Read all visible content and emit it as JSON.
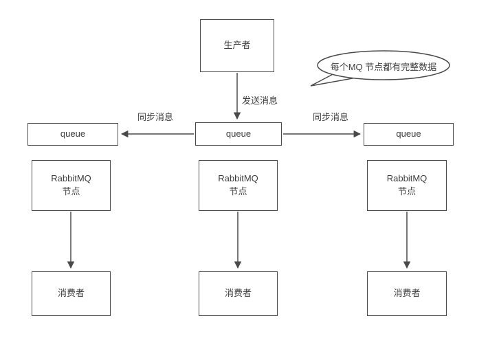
{
  "diagram": {
    "producer_label": "生产者",
    "callout_text": "每个MQ 节点都有完整数据",
    "send_message_label": "发送消息",
    "sync_message_left_label": "同步消息",
    "sync_message_right_label": "同步消息",
    "queues": [
      {
        "label": "queue"
      },
      {
        "label": "queue"
      },
      {
        "label": "queue"
      }
    ],
    "nodes": [
      {
        "label": "RabbitMQ\n节点"
      },
      {
        "label": "RabbitMQ\n节点"
      },
      {
        "label": "RabbitMQ\n节点"
      }
    ],
    "consumers": [
      {
        "label": "消费者"
      },
      {
        "label": "消费者"
      },
      {
        "label": "消费者"
      }
    ],
    "colors": {
      "border": "#4a4a4a",
      "line": "#4a4a4a",
      "text": "#3d3d3d",
      "background": "#ffffff"
    }
  }
}
